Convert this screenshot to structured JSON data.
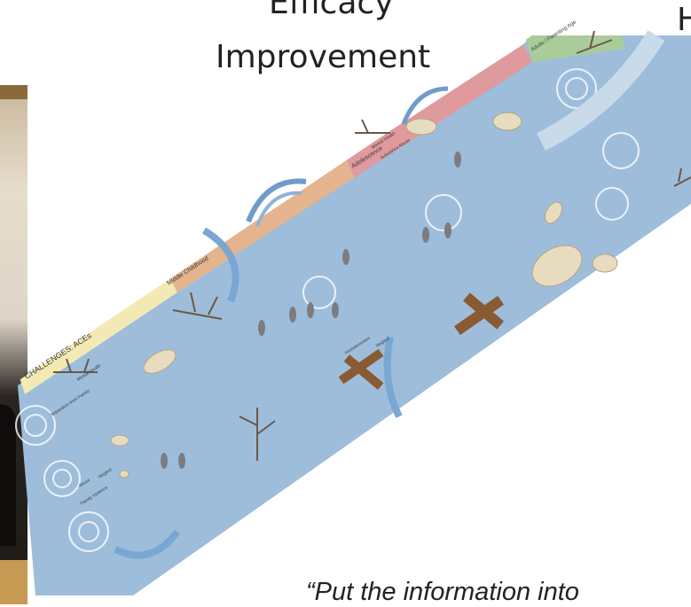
{
  "heading": {
    "line1": "Efficacy",
    "line2": "Improvement",
    "line3": "H"
  },
  "map": {
    "challenges": "CHALLENGES: ACEs",
    "stages": {
      "middle_childhood": "Middle Childhood",
      "adolescence": "Adolescence",
      "adults": "Adults / Parenting Age"
    },
    "annotations": {
      "mental_health_1": "Mental Health",
      "mental_health_2": "Mental Health",
      "substance_abuse": "Substance Abuse",
      "separation": "Separation from Family",
      "abuse": "Abuse",
      "neglect": "Neglect",
      "family_violence": "Family Violence",
      "homelessness": "Homelessness",
      "neglect_2": "Neglect"
    }
  },
  "quote": "“Put the information into"
}
